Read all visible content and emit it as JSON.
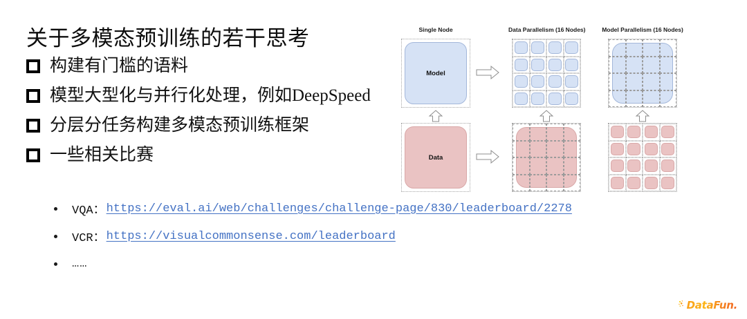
{
  "slide": {
    "title": "关于多模态预训练的若干思考",
    "bullets": [
      {
        "marker": "square-outline",
        "text": "构建有门槛的语料"
      },
      {
        "marker": "square-outline",
        "text": "模型大型化与并行化处理，例如DeepSpeed"
      },
      {
        "marker": "square-outline",
        "text": "分层分任务构建多模态预训练框架"
      },
      {
        "marker": "square-outline",
        "text": "一些相关比赛"
      }
    ],
    "sub_bullets": [
      {
        "label": "VQA：",
        "link": "https://eval.ai/web/challenges/challenge-page/830/leaderboard/2278",
        "is_link": true
      },
      {
        "label": "VCR：",
        "link": "https://visualcommonsense.com/leaderboard",
        "is_link": true
      },
      {
        "label": "……",
        "link": "",
        "is_link": false
      }
    ]
  },
  "diagram": {
    "columns": [
      {
        "id": "single-node",
        "title": "Single Node",
        "top": {
          "kind": "single-box",
          "label": "Model",
          "color": "blue"
        },
        "bottom": {
          "kind": "single-box",
          "label": "Data",
          "color": "pink"
        },
        "has_right_arrows": true
      },
      {
        "id": "data-parallelism",
        "title": "Data Parallelism (16 Nodes)",
        "top": {
          "kind": "cell-grid",
          "label": "",
          "color": "blue",
          "cells": 16
        },
        "bottom": {
          "kind": "partitioned-box",
          "label": "",
          "color": "pink",
          "partitions": 16
        },
        "has_right_arrows": false
      },
      {
        "id": "model-parallelism",
        "title": "Model Parallelism (16 Nodes)",
        "top": {
          "kind": "partitioned-box",
          "label": "",
          "color": "blue",
          "partitions": 16
        },
        "bottom": {
          "kind": "cell-grid",
          "label": "",
          "color": "pink",
          "cells": 16
        },
        "has_right_arrows": false
      }
    ],
    "up_arrow_name": "up-arrow-icon",
    "right_arrow_name": "right-arrow-icon"
  },
  "footer": {
    "logo_text": "DataFun.",
    "logo_accent": "#f7941d"
  },
  "colors": {
    "blue_fill": "#d6e2f5",
    "blue_stroke": "#a3b7da",
    "pink_fill": "#eac3c3",
    "pink_stroke": "#d9a8a8",
    "link": "#4472c4",
    "text": "#111111"
  }
}
